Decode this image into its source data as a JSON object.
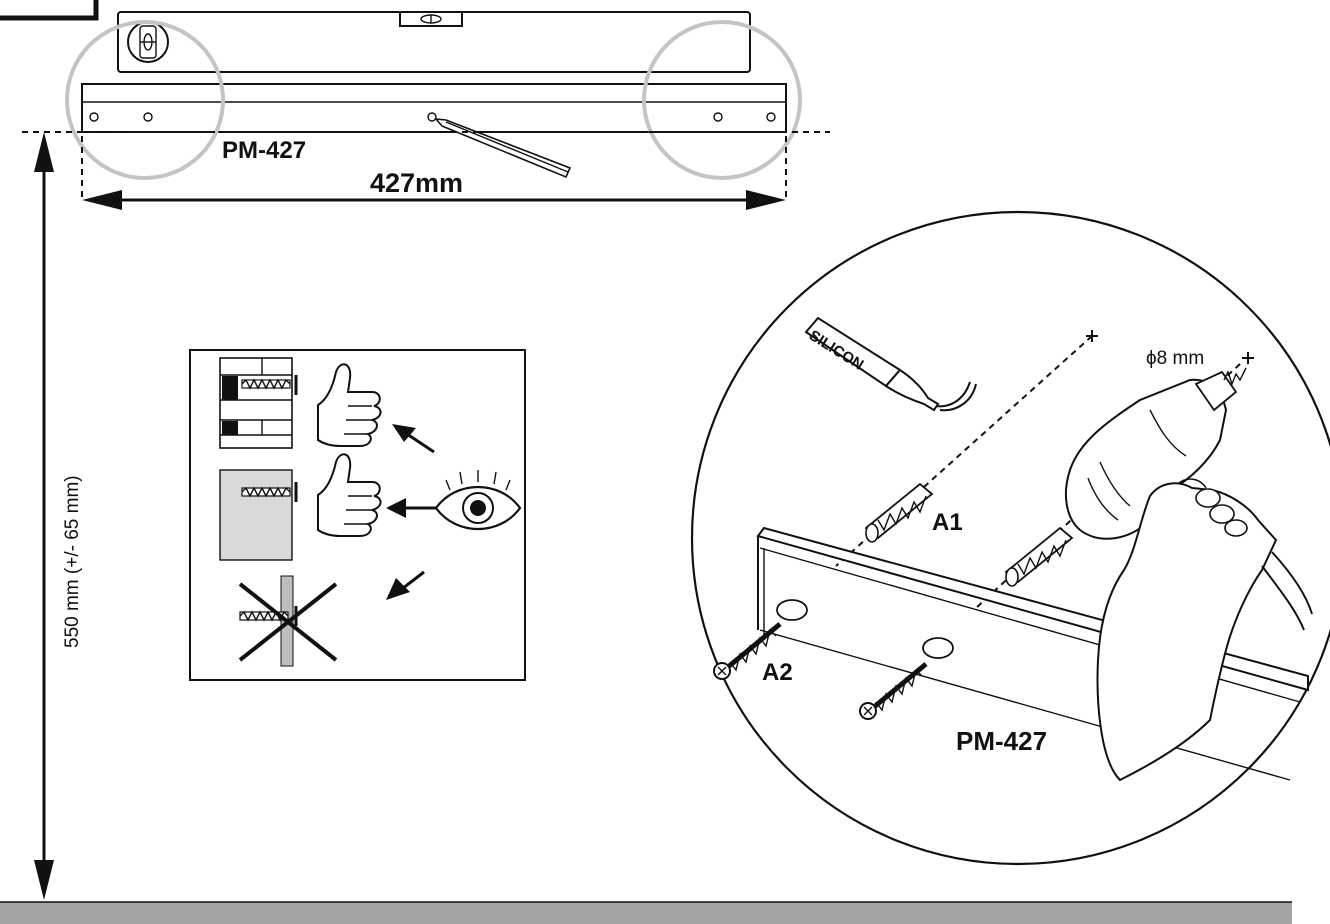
{
  "labels": {
    "rail_model_top": "PM-427",
    "width_dimension": "427mm",
    "height_dimension": "550 mm (+/- 65 mm)",
    "sealant_label": "SILICON",
    "drill_bit_size": "ϕ8 mm",
    "wall_plug_label": "A1",
    "screw_label": "A2",
    "rail_model_detail": "PM-427"
  },
  "colors": {
    "line": "#111111",
    "light_circle": "#c4c4c4",
    "panel_fill": "#d9d9d9",
    "floor_bar": "#a3a3a3"
  },
  "icons": {
    "level_tool": "spirit-level-icon",
    "pencil": "pencil-icon",
    "approve": "thumbs-up-icon",
    "observe": "eye-icon",
    "reject": "cross-mark-icon",
    "drill": "drill-icon",
    "sealant": "silicone-tube-icon"
  }
}
